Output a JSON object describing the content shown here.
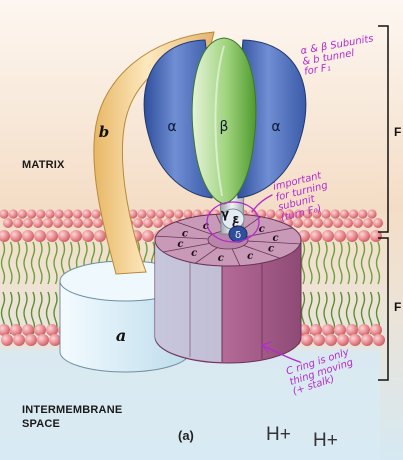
{
  "labels": {
    "matrix": "MATRIX",
    "intermembrane_line1": "INTERMEMBRANE",
    "intermembrane_line2": "SPACE",
    "figure_tag": "(a)",
    "hplus_1": "H+",
    "hplus_2": "H+",
    "bracket_f1": "F",
    "bracket_f0": "F"
  },
  "subunits": {
    "alpha_left": "α",
    "beta": "β",
    "alpha_right": "α",
    "b": "b",
    "a": "a",
    "gamma": "γ",
    "epsilon": "ε",
    "delta": "δ",
    "c": "c"
  },
  "annotations": {
    "note1": [
      "α & β Subunits",
      "& b tunnel",
      "for F₁"
    ],
    "note2": [
      "important",
      "for turning",
      "subunit",
      "(turn F₀)"
    ],
    "note3": [
      "C ring is only",
      "thing moving",
      "(+ stalk)"
    ]
  },
  "colors": {
    "matrix_bg": "#f4ddc6",
    "ims_bg": "#dcebf2",
    "lipid_head": "#e98a8f",
    "lipid_tail": "#6aa23a",
    "alpha": "#5b78bf",
    "beta": "#7dc04f",
    "b_stalk": "#f4d28f",
    "a_subunit": "#d7ecf5",
    "c_ring": "#b76c98",
    "annotation": "#b22bd0"
  }
}
